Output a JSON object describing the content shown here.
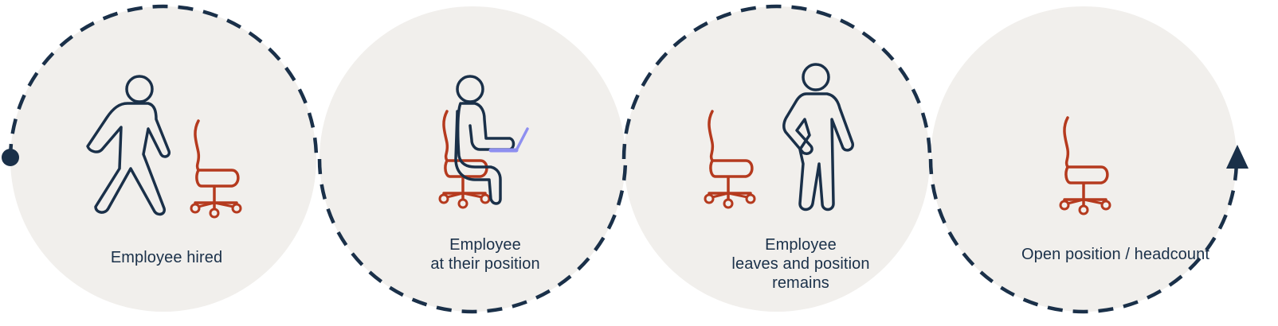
{
  "colors": {
    "circle_fill": "#f1efec",
    "dashed_outline": "#1a3049",
    "person": "#1a3049",
    "chair": "#b53a1e",
    "laptop": "#8e8ff0",
    "text": "#1a3049"
  },
  "stages": [
    {
      "label": "Employee hired",
      "icons": [
        "person-walking-icon",
        "office-chair-icon"
      ],
      "dashed_outline": true
    },
    {
      "label": "Employee\nat their position",
      "icons": [
        "person-sitting-at-laptop-icon",
        "office-chair-icon",
        "laptop-icon"
      ],
      "dashed_outline": false
    },
    {
      "label": "Employee\nleaves and position\nremains",
      "icons": [
        "office-chair-icon",
        "person-standing-icon"
      ],
      "dashed_outline": true
    },
    {
      "label": "Open position / headcount",
      "icons": [
        "office-chair-icon"
      ],
      "dashed_outline": false
    }
  ],
  "flow": {
    "start_marker": "dot",
    "end_marker": "arrow-up"
  }
}
